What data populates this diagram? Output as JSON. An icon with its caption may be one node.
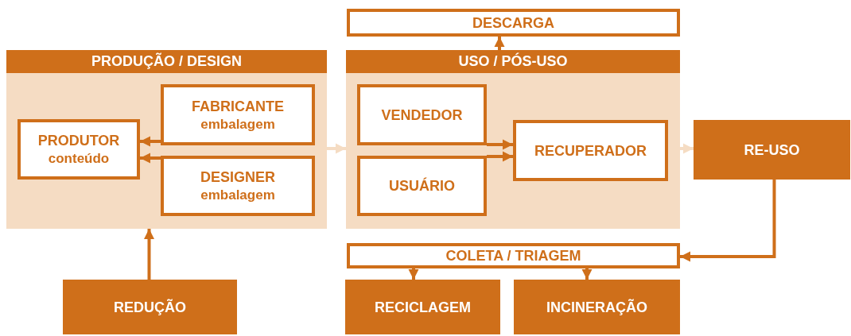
{
  "diagram": {
    "nodes": [
      {
        "text": [
          "PRODUÇÃO / DESIGN"
        ]
      },
      {
        "text": [
          "PRODUTOR",
          "conteúdo"
        ],
        "in": 0
      },
      {
        "text": [
          "FABRICANTE",
          "embalagem"
        ],
        "in": 0
      },
      {
        "text": [
          "DESIGNER",
          "embalagem"
        ],
        "in": 0
      },
      {
        "text": [
          "USO / PÓS-USO"
        ]
      },
      {
        "text": [
          "VENDEDOR"
        ],
        "in": 4
      },
      {
        "text": [
          "USUÁRIO"
        ],
        "in": 4
      },
      {
        "text": [
          "RECUPERADOR"
        ],
        "in": 4
      },
      {
        "text": [
          "DESCARGA"
        ]
      },
      {
        "text": [
          "RE-USO"
        ]
      },
      {
        "text": [
          "COLETA / TRIAGEM"
        ]
      },
      {
        "text": [
          "REDUÇÃO"
        ]
      },
      {
        "text": [
          "RECICLAGEM"
        ]
      },
      {
        "text": [
          "INCINERAÇÃO"
        ]
      }
    ],
    "edges": [
      {
        "from": 2,
        "to": 1,
        "arrow": "to"
      },
      {
        "from": 3,
        "to": 1,
        "arrow": "to"
      },
      {
        "from": 5,
        "to": 7,
        "arrow": "to"
      },
      {
        "from": 6,
        "to": 7,
        "arrow": "to"
      },
      {
        "from": 0,
        "to": 4,
        "arrow": "to",
        "color": "#f5dcc3"
      },
      {
        "from": 4,
        "to": 9,
        "arrow": "to",
        "color": "#f5dcc3"
      },
      {
        "from": 4,
        "to": 8,
        "arrow": "to"
      },
      {
        "from": 9,
        "to": 10,
        "arrow": "to"
      },
      {
        "from": 10,
        "to": 12,
        "arrow": "to"
      },
      {
        "from": 10,
        "to": 13,
        "arrow": "to"
      },
      {
        "from": 11,
        "to": 0,
        "arrow": "to"
      }
    ]
  }
}
